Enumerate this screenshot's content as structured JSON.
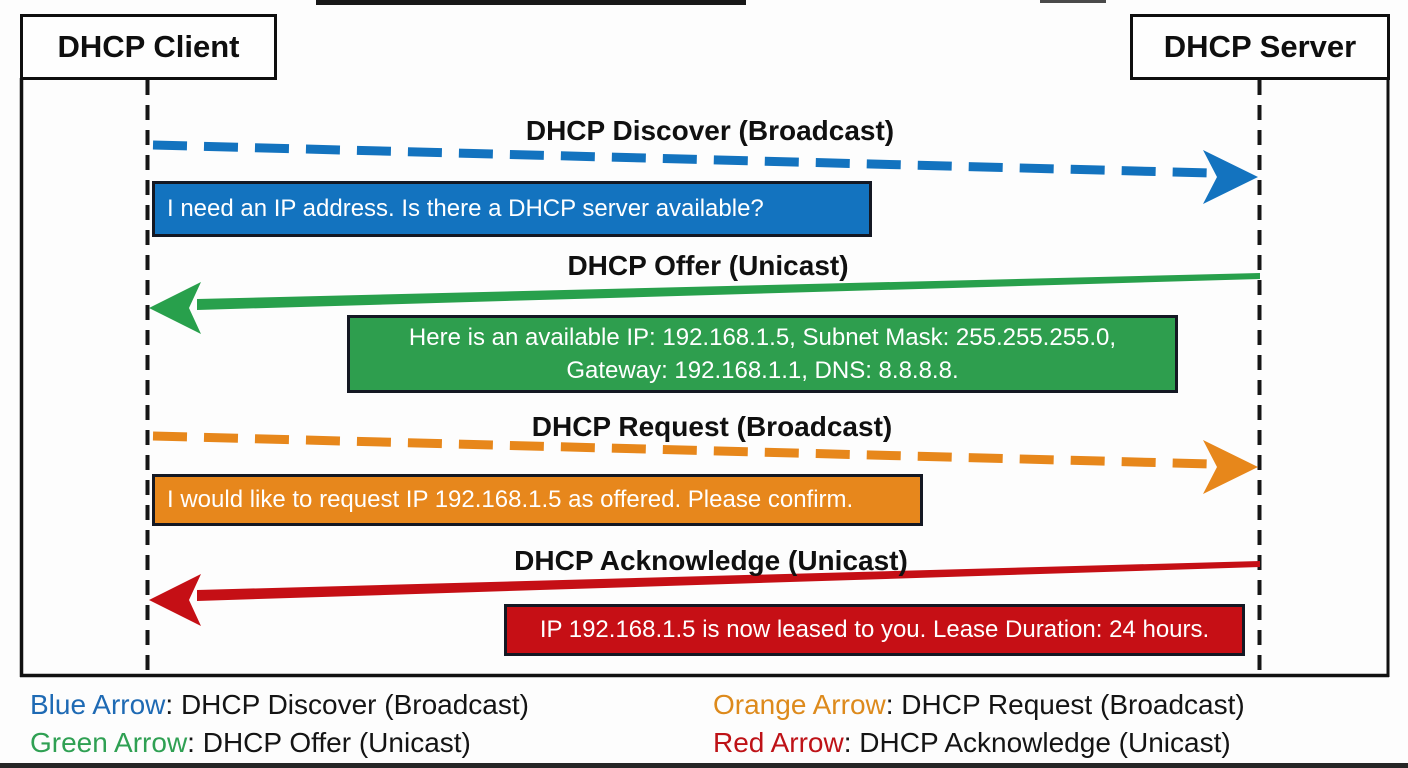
{
  "actors": {
    "client": "DHCP Client",
    "server": "DHCP Server"
  },
  "colors": {
    "blue": "#1373BF",
    "green": "#28A04C",
    "orange": "#E7871B",
    "red": "#C50F15"
  },
  "steps": {
    "discover": {
      "label": "DHCP Discover (Broadcast)",
      "note": "I need an IP address. Is there a DHCP server available?",
      "color": "#1373BF"
    },
    "offer": {
      "label": "DHCP Offer (Unicast)",
      "note": "Here is an available IP: 192.168.1.5, Subnet Mask: 255.255.255.0,\nGateway: 192.168.1.1, DNS: 8.8.8.8.",
      "color": "#2E9E4E"
    },
    "request": {
      "label": "DHCP Request (Broadcast)",
      "note": "I would like to request IP 192.168.1.5 as offered. Please confirm.",
      "color": "#E7871C"
    },
    "ack": {
      "label": "DHCP Acknowledge (Unicast)",
      "note": "IP 192.168.1.5 is now leased to you. Lease Duration: 24 hours.",
      "color": "#C60F15"
    }
  },
  "legend": {
    "items": [
      {
        "arrow": "Blue Arrow",
        "desc": ": DHCP Discover (Broadcast)",
        "color": "#1E6AB4"
      },
      {
        "arrow": "Green Arrow",
        "desc": ": DHCP Offer (Unicast)",
        "color": "#2FA053"
      },
      {
        "arrow": "Orange Arrow",
        "desc": ": DHCP Request (Broadcast)",
        "color": "#DD8A1C"
      },
      {
        "arrow": "Red Arrow",
        "desc": ": DHCP Acknowledge (Unicast)",
        "color": "#BE1217"
      }
    ]
  }
}
